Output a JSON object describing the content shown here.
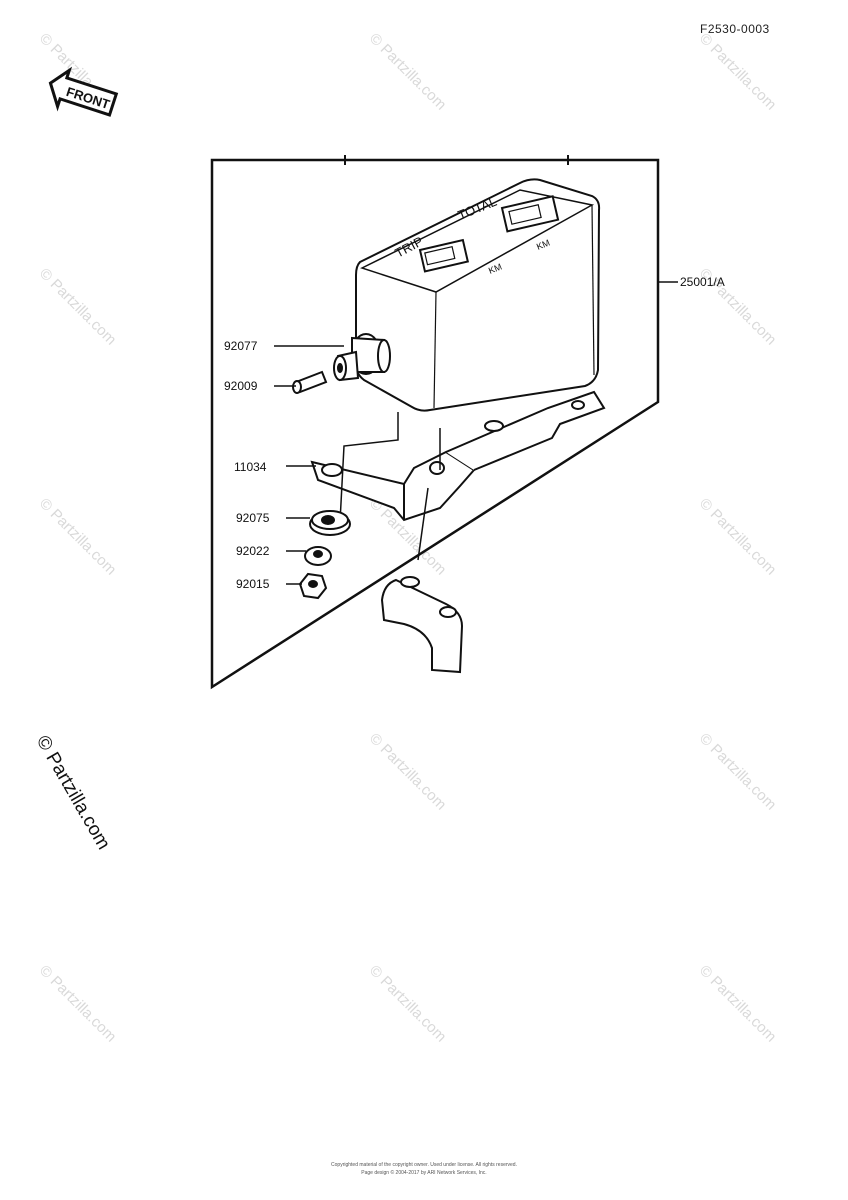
{
  "header": {
    "diagram_code": "F2530-0003"
  },
  "front_badge": "FRONT",
  "meter": {
    "trip_label": "TRIP",
    "total_label": "TOTAL",
    "unit_left": "KM",
    "unit_right": "KM"
  },
  "parts": [
    {
      "id": "part-25001",
      "number": "25001/A"
    },
    {
      "id": "part-92077",
      "number": "92077"
    },
    {
      "id": "part-92009",
      "number": "92009"
    },
    {
      "id": "part-11034",
      "number": "11034"
    },
    {
      "id": "part-92075",
      "number": "92075"
    },
    {
      "id": "part-92022",
      "number": "92022"
    },
    {
      "id": "part-92015",
      "number": "92015"
    }
  ],
  "watermark": {
    "text": "© Partzilla.com"
  },
  "footer": {
    "line1": "Copyrighted material of the copyright owner. Used under license. All rights reserved.",
    "line2": "Page design © 2004-2017 by ARI Network Services, Inc."
  }
}
